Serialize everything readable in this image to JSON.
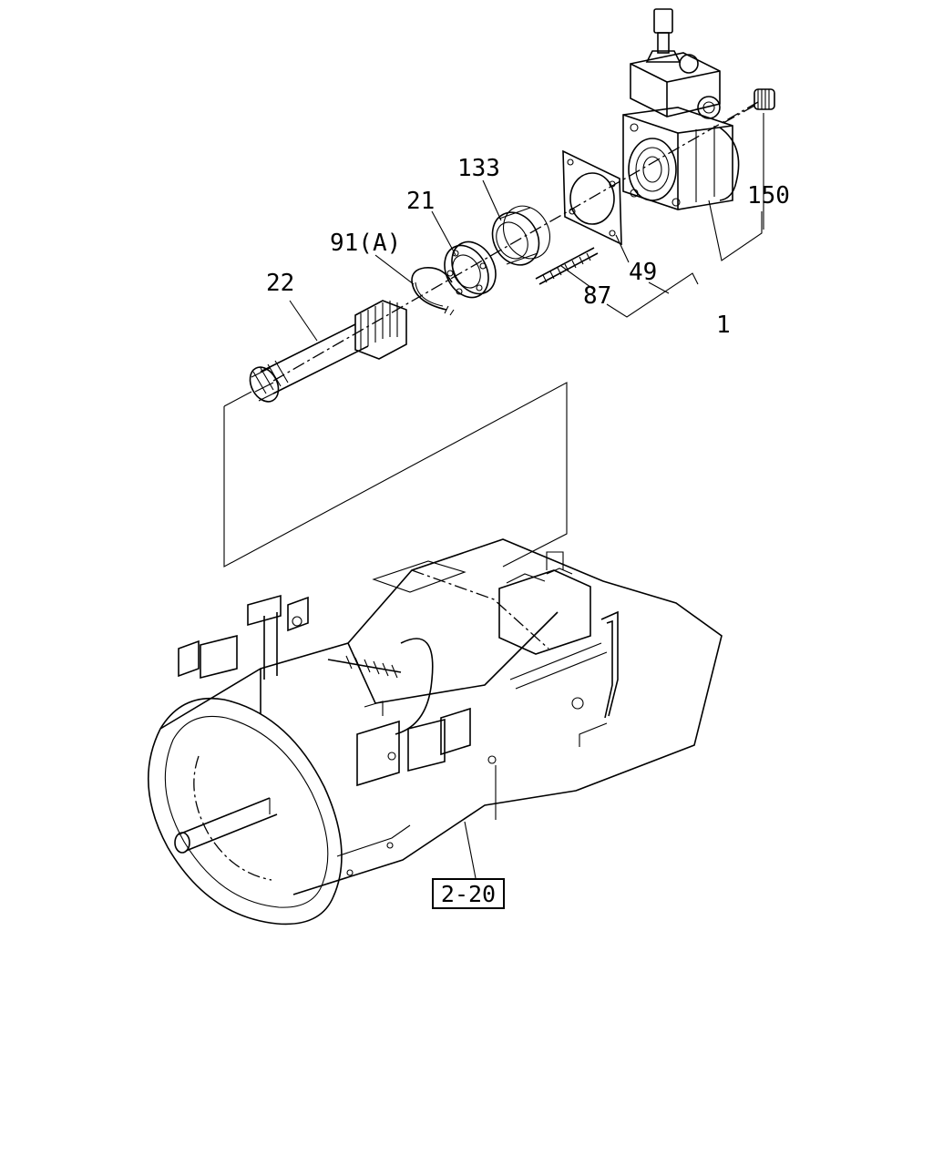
{
  "callouts": {
    "c150": "150",
    "c133": "133",
    "c21": "21",
    "c91a": "91(A)",
    "c22": "22",
    "c49": "49",
    "c87": "87",
    "c1": "1"
  },
  "reference": {
    "label": "2-20"
  }
}
